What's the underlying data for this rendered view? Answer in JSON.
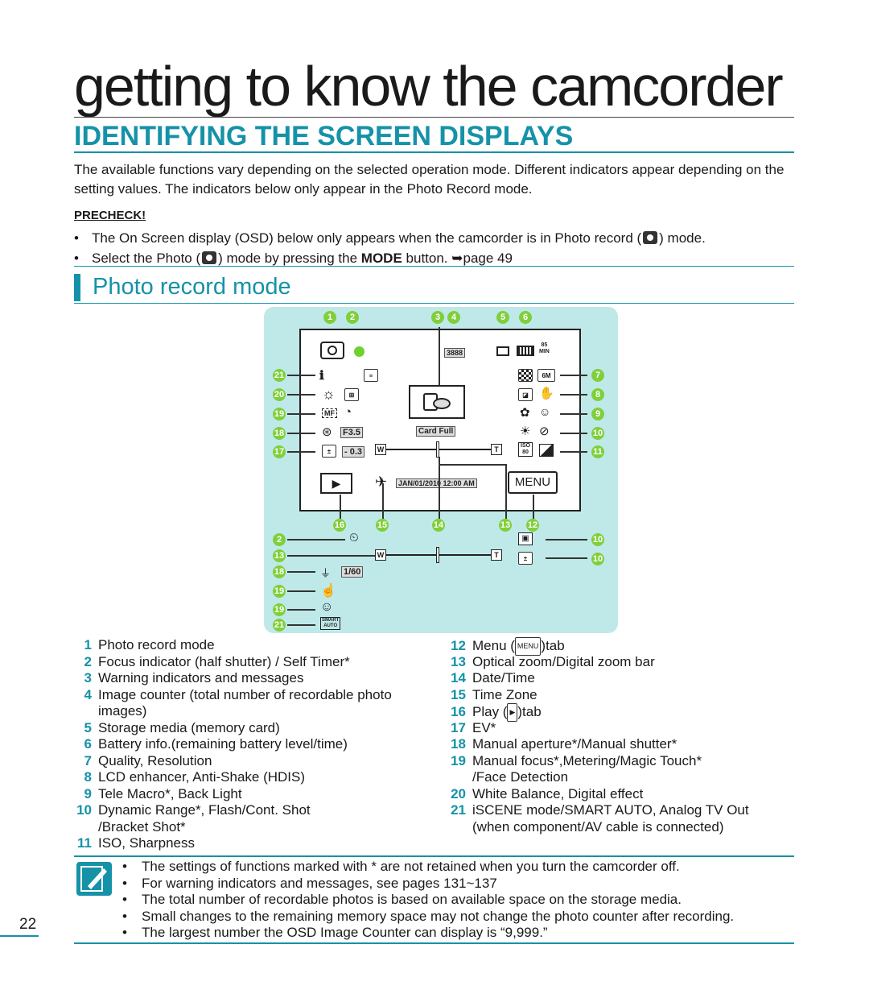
{
  "chapter_title": "getting to know the camcorder",
  "section_title": "IDENTIFYING THE SCREEN DISPLAYS",
  "intro": "The available functions vary depending on the selected operation mode. Different indicators appear depending on the setting values. The indicators below only appear in the Photo Record mode.",
  "precheck": {
    "label": "PRECHECK!",
    "bullet1_a": "The On Screen display (OSD) below only appears when the camcorder is in Photo record (",
    "bullet1_b": ") mode.",
    "bullet2_a": "Select the Photo (",
    "bullet2_b": ") mode by pressing the",
    "bullet2_mode": "MODE",
    "bullet2_c": "button. ➥page 49"
  },
  "subsection_title": "Photo record mode",
  "osd": {
    "counter": "3888",
    "battery_time_top": "85",
    "battery_time_bottom": "MIN",
    "resolution": "6M",
    "aperture": "F3.5",
    "ev_value": "- 0.3",
    "card_message": "Card Full",
    "datetime": "JAN/01/2010 12:00 AM",
    "menu": "MENU",
    "zoom_w": "W",
    "zoom_t": "T",
    "shutter": "1/60",
    "iso": "ISO",
    "iso_value": "80",
    "smart_auto_top": "SMART",
    "smart_auto_bottom": "AUTO",
    "mf": "MF"
  },
  "callouts": {
    "top": [
      "1",
      "2",
      "3",
      "4",
      "5",
      "6"
    ],
    "right": [
      "7",
      "8",
      "9",
      "10",
      "11"
    ],
    "left": [
      "21",
      "20",
      "19",
      "18",
      "17"
    ],
    "bottom": [
      "16",
      "15",
      "14",
      "13",
      "12"
    ],
    "extra_left": [
      "2",
      "13",
      "18",
      "19",
      "19",
      "21"
    ],
    "extra_right": [
      "10",
      "10"
    ]
  },
  "legend_left": [
    {
      "n": "1",
      "text": "Photo record mode"
    },
    {
      "n": "2",
      "text": "Focus indicator (half shutter) / Self Timer*"
    },
    {
      "n": "3",
      "text": "Warning indicators and messages"
    },
    {
      "n": "4",
      "text": "Image counter (total number of recordable photo"
    },
    {
      "n": "",
      "text": "images)"
    },
    {
      "n": "5",
      "text": "Storage media (memory card)"
    },
    {
      "n": "6",
      "text": "Battery info.(remaining battery level/time)"
    },
    {
      "n": "7",
      "text": "Quality, Resolution"
    },
    {
      "n": "8",
      "text": "LCD enhancer, Anti-Shake (HDIS)"
    },
    {
      "n": "9",
      "text": "Tele Macro*, Back Light"
    },
    {
      "n": "10",
      "text": "Dynamic Range*, Flash/Cont. Shot"
    },
    {
      "n": "",
      "text": "/Bracket Shot*"
    },
    {
      "n": "11",
      "text": "ISO, Sharpness"
    }
  ],
  "legend_right": [
    {
      "n": "12",
      "text": "Menu (",
      "tab": "MENU",
      "after": ")tab"
    },
    {
      "n": "13",
      "text": "Optical zoom/Digital zoom bar"
    },
    {
      "n": "14",
      "text": "Date/Time"
    },
    {
      "n": "15",
      "text": "Time Zone"
    },
    {
      "n": "16",
      "text": "Play (",
      "tab": "▶",
      "after": ")tab"
    },
    {
      "n": "17",
      "text": "EV*"
    },
    {
      "n": "18",
      "text": "Manual aperture*/Manual shutter*"
    },
    {
      "n": "19",
      "text": "Manual focus*,Metering/Magic Touch*"
    },
    {
      "n": "",
      "text": "/Face Detection"
    },
    {
      "n": "20",
      "text": "White Balance, Digital effect"
    },
    {
      "n": "21",
      "text": "iSCENE mode/SMART AUTO, Analog TV Out"
    },
    {
      "n": "",
      "text": "(when component/AV cable is connected)"
    }
  ],
  "notes": [
    "The settings of functions marked with * are not retained when you turn the camcorder off.",
    "For warning indicators and messages, see pages 131~137",
    "The total number of recordable photos is based on available space on the storage media.",
    "Small changes to the remaining memory space may not change the photo counter after recording.",
    "The largest number the OSD Image Counter can display is “9,999.”"
  ],
  "page_number": "22",
  "colors": {
    "accent": "#1592a8",
    "panel": "#bfe9e9",
    "callout": "#7fcf3a"
  }
}
